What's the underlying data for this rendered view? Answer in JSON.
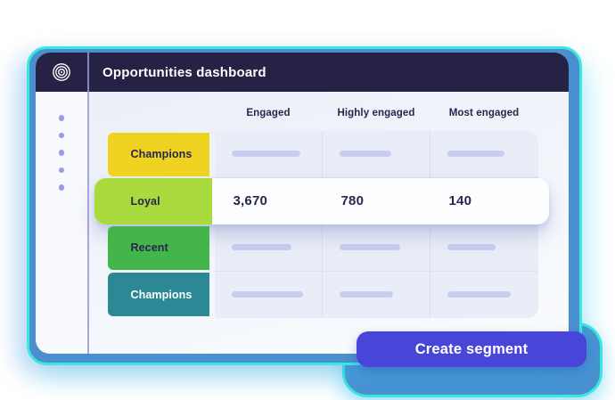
{
  "window": {
    "title": "Opportunities dashboard",
    "logo_icon": "bullseye-icon"
  },
  "sidebar": {
    "dot_count": 5
  },
  "dashboard": {
    "columns": [
      "Engaged",
      "Highly engaged",
      "Most engaged"
    ],
    "rows": [
      {
        "label": "Champions",
        "color": "#F0D321",
        "text_color": "#29264C",
        "highlighted": false,
        "cells": [
          {
            "type": "pill",
            "width": 77
          },
          {
            "type": "pill",
            "width": 58
          },
          {
            "type": "pill",
            "width": 64
          }
        ]
      },
      {
        "label": "Loyal",
        "color": "#A8DA3E",
        "text_color": "#29264C",
        "highlighted": true,
        "cells": [
          {
            "type": "value",
            "value": "3,670"
          },
          {
            "type": "value",
            "value": "780"
          },
          {
            "type": "value",
            "value": "140"
          }
        ]
      },
      {
        "label": "Recent",
        "color": "#43B54A",
        "text_color": "#29264C",
        "highlighted": false,
        "cells": [
          {
            "type": "pill",
            "width": 67
          },
          {
            "type": "pill",
            "width": 68
          },
          {
            "type": "pill",
            "width": 54
          }
        ]
      },
      {
        "label": "Champions",
        "color": "#2C8894",
        "text_color": "#FFFFFF",
        "highlighted": false,
        "cells": [
          {
            "type": "pill",
            "width": 80
          },
          {
            "type": "pill",
            "width": 60
          },
          {
            "type": "pill",
            "width": 71
          }
        ]
      }
    ]
  },
  "actions": {
    "create_segment": "Create segment"
  },
  "colors": {
    "header_bg": "#262245",
    "frame_blue": "#4A8FD0",
    "frame_cyan": "#3BE9DC",
    "button_purple": "#4845D9",
    "pill_lavender": "#C9CDF0",
    "dot_purple": "#9D99E6",
    "cell_bg": "#E9EDF7",
    "value_text": "#29264C"
  }
}
